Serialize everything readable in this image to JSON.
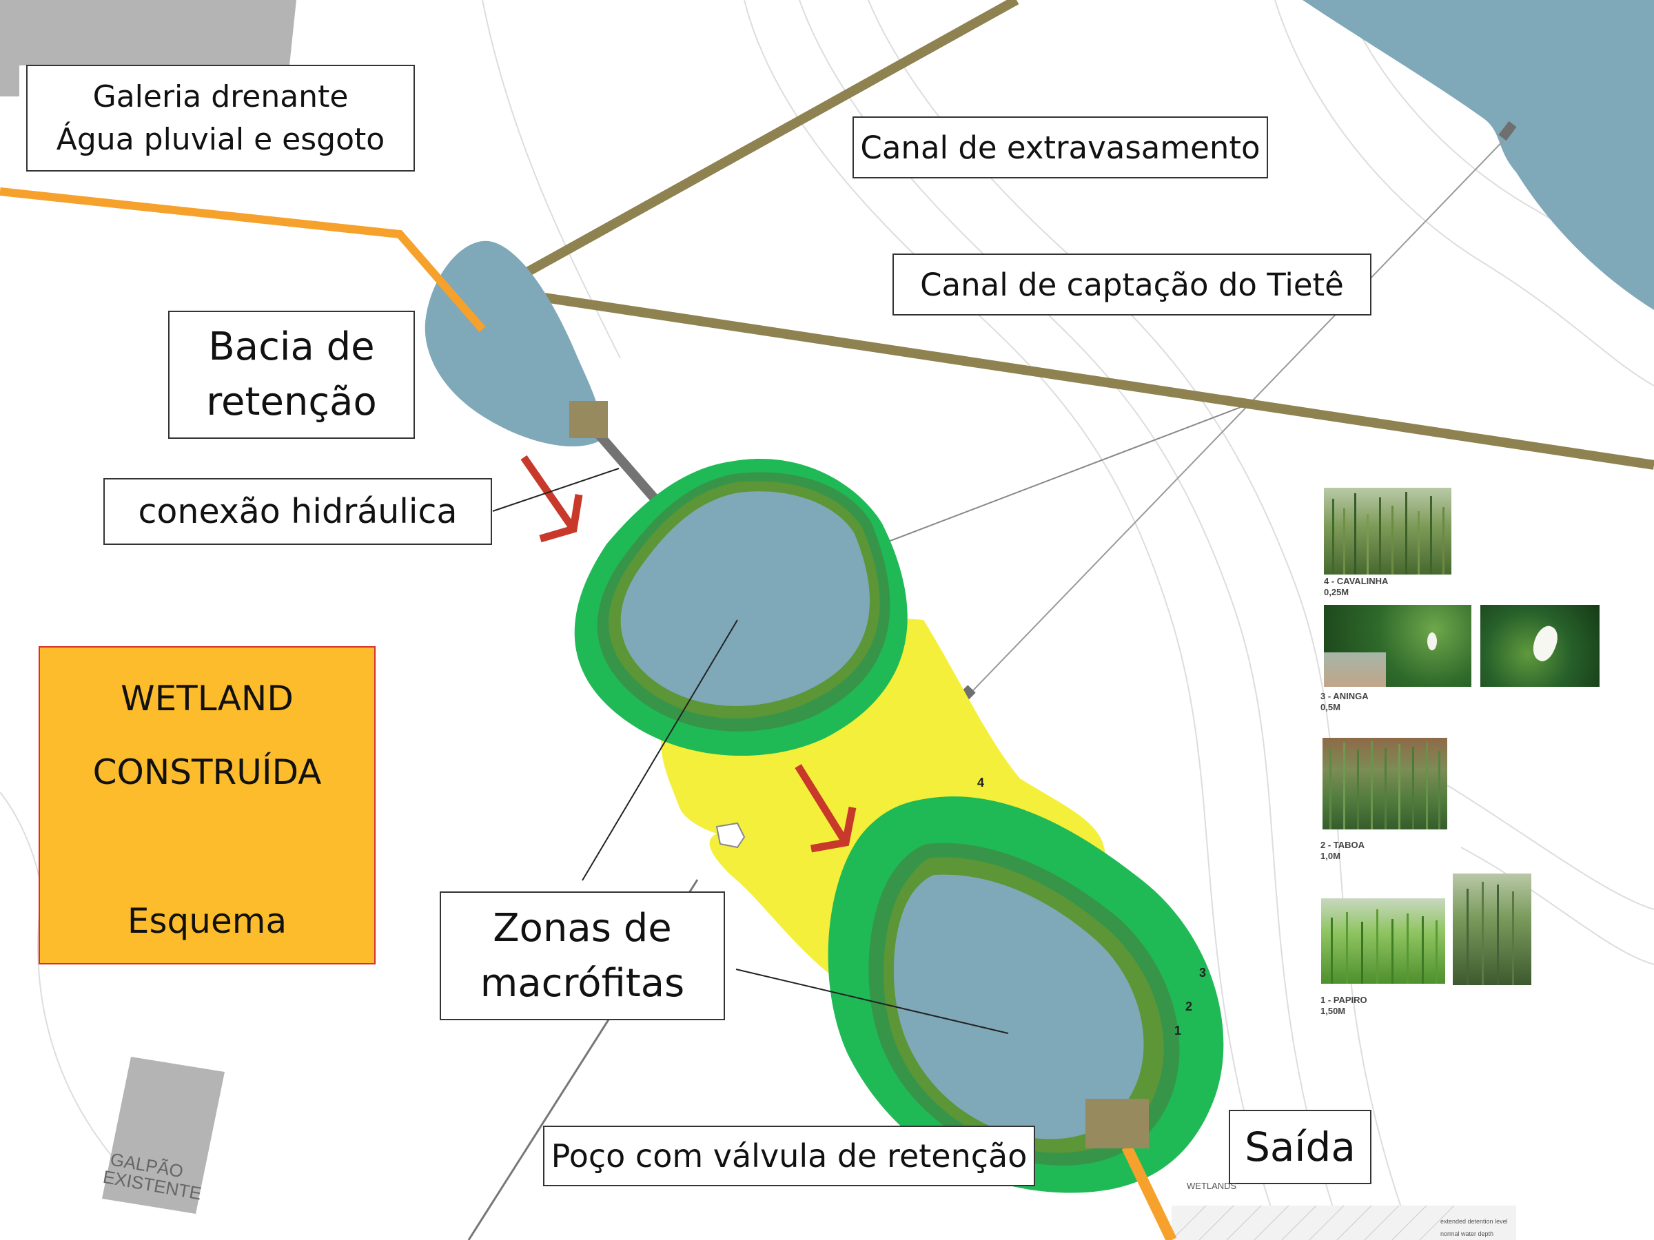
{
  "callouts": {
    "galeria": [
      "Galeria drenante",
      "Água pluvial e esgoto"
    ],
    "extravasamento": "Canal de extravasamento",
    "captacao": "Canal de captação do Tietê",
    "bacia": [
      "Bacia de",
      "retenção"
    ],
    "conexao": "conexão hidráulica",
    "zonas": [
      "Zonas de",
      "macrófitas"
    ],
    "poco": "Poço com válvula de retenção",
    "saida": "Saída"
  },
  "wetland_box": {
    "line1": "WETLAND",
    "line2": "CONSTRUÍDA",
    "line3": "Esquema"
  },
  "zone_numbers": [
    "4",
    "3",
    "2",
    "1"
  ],
  "plants": [
    {
      "name": "4 - CAVALINHA",
      "depth": "0,25M"
    },
    {
      "name": "3 - ANINGA",
      "depth": "0,5M"
    },
    {
      "name": "2 - TABOA",
      "depth": "1,0M"
    },
    {
      "name": "1 - PAPIRO",
      "depth": "1,50M"
    }
  ],
  "map_labels": {
    "galpao": [
      "GALPÃO",
      "EXISTENTE"
    ],
    "wetlands": "WETLANDS",
    "legend": [
      "extended detention level",
      "normal water depth"
    ]
  },
  "colors": {
    "water": "#7fa9b8",
    "outer_vegetation": "#1fba55",
    "inner_vegetation": "#37954a",
    "vegetation_ring": "#5c9636",
    "transition_zone": "#f4ef3a",
    "canal": "#8e8251",
    "gallery": "#f6a12b",
    "flow_arrow": "#c8382b",
    "wetland_box": "#fdbc2c",
    "wetland_border": "#d9302a"
  }
}
